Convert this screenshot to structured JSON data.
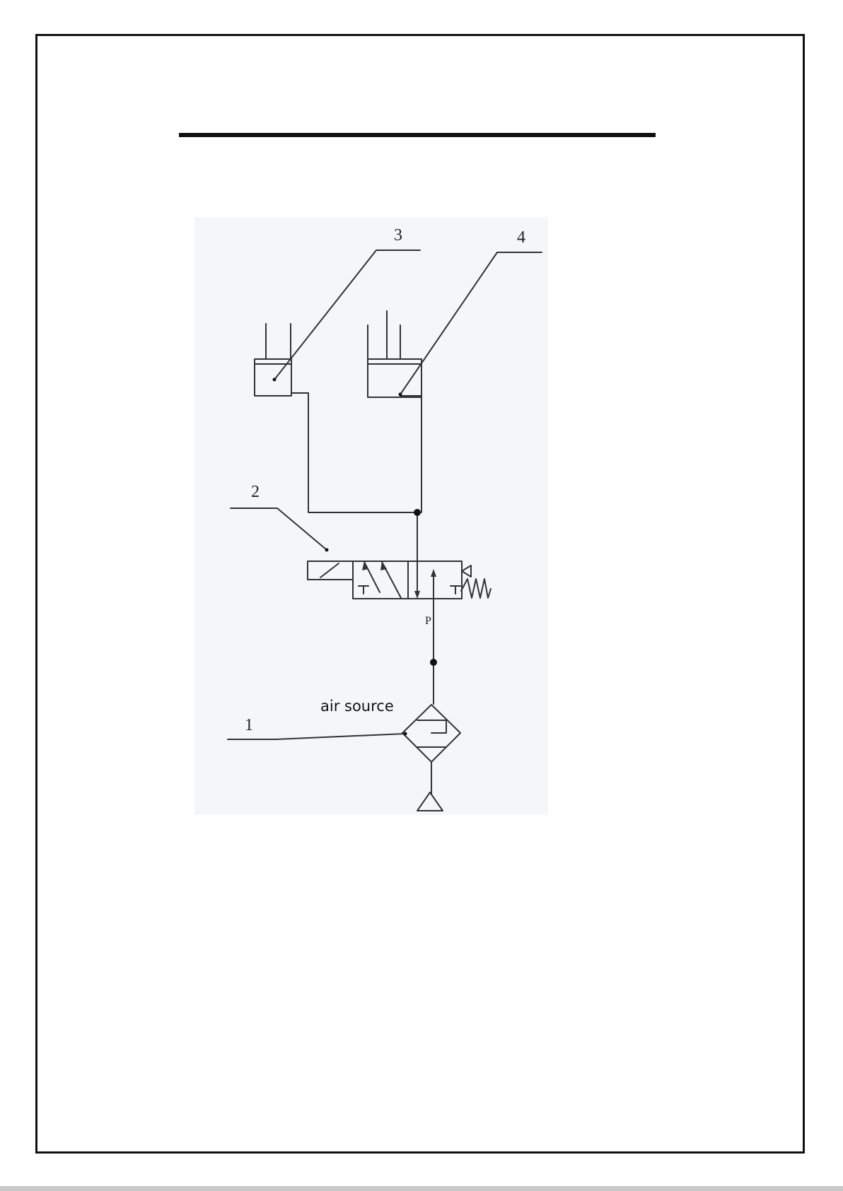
{
  "diagram": {
    "labels": {
      "component_1": "1",
      "component_2": "2",
      "component_3": "3",
      "component_4": "4",
      "port_p": "P",
      "valve_exhaust_left": "T",
      "valve_exhaust_right": "T",
      "air_source": "air source"
    }
  },
  "colors": {
    "line": "#333333",
    "frame": "#111111",
    "diagram_background": "#f4f6f8"
  }
}
